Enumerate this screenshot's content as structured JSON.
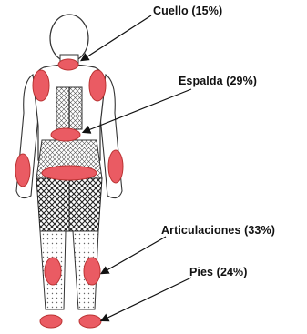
{
  "labels": {
    "neck": "Cuello (15%)",
    "back": "Espalda (29%)",
    "joints": "Articulaciones (33%)",
    "feet": "Pies (24%)"
  },
  "colors": {
    "highlight": "#ea5b63",
    "outline": "#333333",
    "background": "#ffffff"
  }
}
